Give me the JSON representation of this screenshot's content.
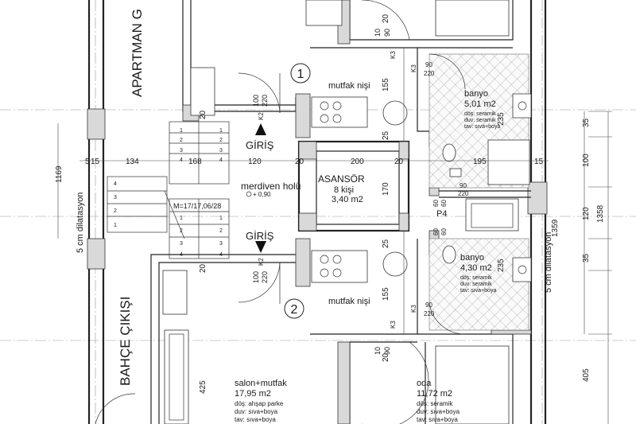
{
  "labels": {
    "apartman": "APARTMAN G",
    "bahce": "BAHÇE ÇIKIŞI",
    "dilat_left": "5 cm dilatasyon",
    "dilat_right": "5 cm dilatasyon",
    "unit1": "1",
    "unit2": "2",
    "giris1": "GİRİŞ",
    "giris2": "GİRİŞ",
    "merdiven": "merdiven holü",
    "merdiven_level": "+ 0,90",
    "stair_note": "M=17/17,06/28",
    "asansor": "ASANSÖR",
    "asansor_cap": "8 kişi",
    "asansor_area": "3,40 m2",
    "mutfak1": "mutfak nişi",
    "mutfak2": "mutfak nişi",
    "p4": "P4",
    "door_k2_top": "K2",
    "door_k2_bot": "K2",
    "door_k3_a": "K3",
    "door_k3_b": "K3",
    "door_k3_c": "K3",
    "door_k3_d": "K3"
  },
  "rooms": {
    "banyo1": {
      "name": "banyo",
      "area": "5,01 m2",
      "dos": "döş: seramik",
      "duv": "duv: seramik",
      "tav": "tav: sıva+boya"
    },
    "banyo2": {
      "name": "banyo",
      "area": "4,30 m2",
      "dos": "döş: seramik",
      "duv": "duv: seramik",
      "tav": "tav: sıva+boya"
    },
    "salon": {
      "name": "salon+mutfak",
      "area": "17,95 m2",
      "dos": "döş: ahşap parke",
      "duv": "duv: sıva+boya",
      "tav": "tav: sıva+boya"
    },
    "oda": {
      "name": "oda",
      "area": "11,72 m2",
      "dos": "döş: seramik",
      "duv": "duv: sıva+boya",
      "tav": "tav: sıva+boya"
    }
  },
  "dims": {
    "h_row": [
      "5",
      "15",
      "134",
      "168",
      "120",
      "20",
      "200",
      "20",
      "195",
      "15"
    ],
    "left_vert": "1169",
    "right_vert_total": "1358",
    "right_vert_1359": "1359",
    "right_35a": "35",
    "right_100": "100",
    "right_120": "120",
    "right_35b": "35",
    "right_405": "405",
    "d20_a": "20",
    "d20_b": "20",
    "d20_c": "20",
    "d20_d": "20",
    "d25_a": "25",
    "d25_b": "25",
    "d155_a": "155",
    "d155_b": "155",
    "d170": "170",
    "d235_a": "235",
    "d235_b": "235",
    "d425": "425",
    "door_top_100": "100",
    "door_top_220": "220",
    "door_bot_100": "100",
    "door_bot_220": "220",
    "door_90_220_a": "90",
    "door_90_220_a2": "220",
    "door_90_220_b": "90",
    "door_90_220_b2": "220",
    "door_90_220_c": "90",
    "door_90_220_c2": "220",
    "p4_60a": "60",
    "p4_60b": "60",
    "p4_60c": "60",
    "p4_60d": "60",
    "top_10_90_a": "10",
    "top_10_90_a2": "90",
    "bot_10_90_a": "10",
    "bot_10_90_a2": "90",
    "stairs_top": [
      "1",
      "2",
      "3",
      "4"
    ],
    "stairs_mid": [
      "1",
      "2",
      "3",
      "4"
    ],
    "stairs_bot": [
      "1",
      "2",
      "3",
      "4"
    ],
    "stairs_right_top": [
      "1",
      "2",
      "3",
      "4"
    ],
    "stairs_right_bot": [
      "1",
      "2",
      "3",
      "4"
    ]
  }
}
